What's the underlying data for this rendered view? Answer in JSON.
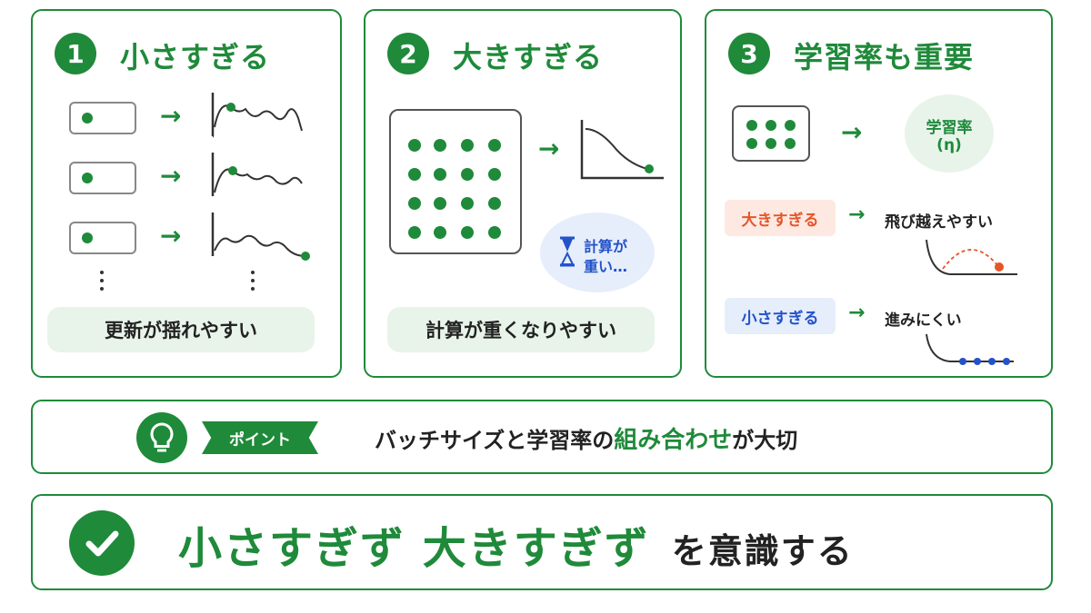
{
  "panels": [
    {
      "number": "1",
      "title": "小さすぎる",
      "caption": "更新が揺れやすい"
    },
    {
      "number": "2",
      "title": "大きすぎる",
      "caption": "計算が重くなりやすい",
      "bubble_line1": "計算が",
      "bubble_line2": "重い…"
    },
    {
      "number": "3",
      "title": "学習率も重要",
      "lr_line1": "学習率",
      "lr_line2": "(η)",
      "big_tag": "大きすぎる",
      "big_desc": "飛び越えやすい",
      "small_tag": "小さすぎる",
      "small_desc": "進みにくい"
    }
  ],
  "point": {
    "badge": "ポイント",
    "text_before": "バッチサイズと学習率の",
    "text_highlight": "組み合わせ",
    "text_after": "が大切"
  },
  "conclusion": {
    "highlight": "小さすぎず 大きすぎず",
    "rest": "を意識する"
  },
  "colors": {
    "accent_green": "#1f8a3a",
    "pill_bg": "#e8f4ea",
    "big_tag_bg": "#fde9e2",
    "big_tag_text": "#e5562b",
    "small_tag_bg": "#e6eefb",
    "small_tag_text": "#2452c9"
  },
  "icons": [
    "check-icon",
    "lightbulb-icon",
    "hourglass-icon",
    "arrow-right-icon"
  ]
}
